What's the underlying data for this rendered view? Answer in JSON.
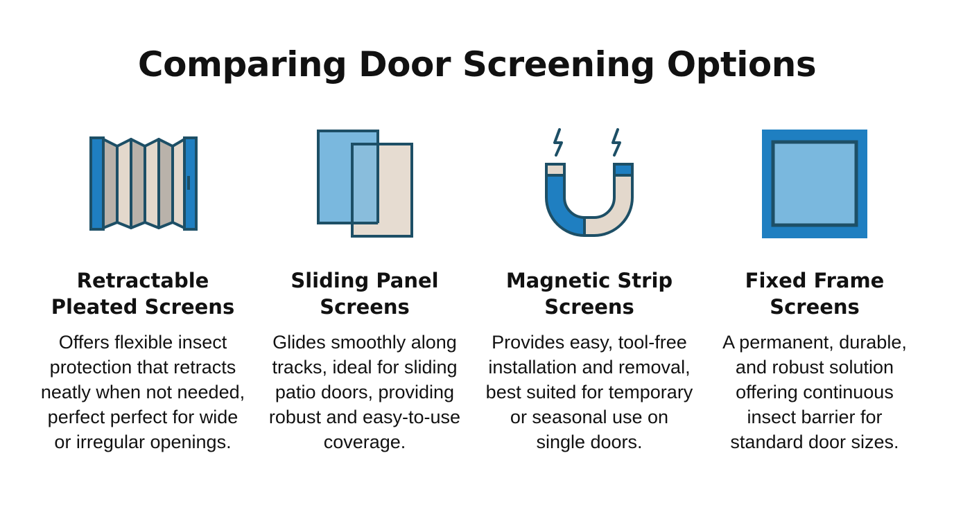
{
  "title": "Comparing Door Screening Options",
  "colors": {
    "primary_blue": "#1f7fc1",
    "dark_teal": "#1d4f66",
    "light_blue": "#7ab8de",
    "beige": "#e3d8cc",
    "grey": "#b9b2aa"
  },
  "options": [
    {
      "icon": "pleated-screen-icon",
      "title_line1": "Retractable",
      "title_line2": "Pleated Screens",
      "description": "Offers flexible insect protection that retracts neatly when not needed, perfect perfect for wide or irregular openings."
    },
    {
      "icon": "sliding-panel-icon",
      "title_line1": "Sliding Panel",
      "title_line2": "Screens",
      "description": "Glides smoothly along tracks, ideal for sliding patio doors, providing robust and easy-to-use coverage."
    },
    {
      "icon": "magnet-icon",
      "title_line1": "Magnetic Strip",
      "title_line2": "Screens",
      "description": "Provides easy, tool-free installation and removal, best suited for temporary or seasonal use on single doors."
    },
    {
      "icon": "fixed-frame-icon",
      "title_line1": "Fixed Frame",
      "title_line2": "Screens",
      "description": "A permanent, durable, and robust solution offering continuous insect barrier for standard door sizes."
    }
  ]
}
